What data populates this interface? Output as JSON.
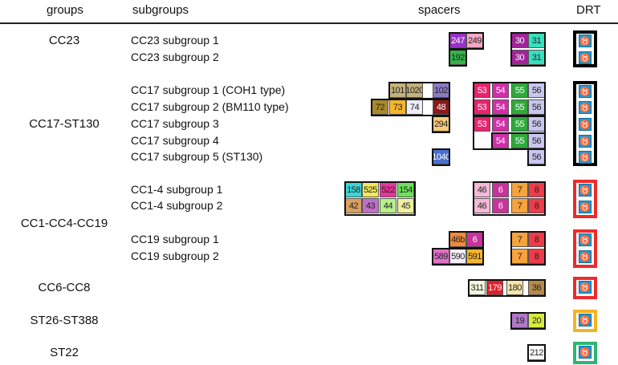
{
  "headers": {
    "groups": "groups",
    "subgroups": "subgroups",
    "spacers": "spacers",
    "drt": "DRT"
  },
  "groups": [
    {
      "id": "cc23",
      "label": "CC23"
    },
    {
      "id": "cc17",
      "label": "CC17-ST130"
    },
    {
      "id": "cc1",
      "label": "CC1-CC4-CC19"
    },
    {
      "id": "cc6",
      "label": "CC6-CC8"
    },
    {
      "id": "st26",
      "label": "ST26-ST388"
    },
    {
      "id": "st22",
      "label": "ST22"
    }
  ],
  "subgroups": [
    {
      "label": "CC23 subgroup 1"
    },
    {
      "label": "CC23 subgroup 2"
    },
    {
      "label": "CC17 subgroup 1 (COH1 type)"
    },
    {
      "label": "CC17 subgroup 2 (BM110 type)"
    },
    {
      "label": "CC17 subgroup 3"
    },
    {
      "label": "CC17 subgroup 4"
    },
    {
      "label": "CC17 subgroup 5 (ST130)"
    },
    {
      "label": "CC1-4 subgroup 1"
    },
    {
      "label": "CC1-4 subgroup 2"
    },
    {
      "label": "CC19 subgroup 1"
    },
    {
      "label": "CC19 subgroup 2"
    }
  ],
  "spacers": [
    {
      "row": 0,
      "label": "247",
      "color": "#9b30c8"
    },
    {
      "row": 0,
      "label": "249",
      "color": "#f4a9c6"
    },
    {
      "row": 0,
      "label": "30",
      "color": "#a2239a"
    },
    {
      "row": 0,
      "label": "31",
      "color": "#35e0c0"
    },
    {
      "row": 1,
      "label": "192",
      "color": "#33b44a"
    },
    {
      "row": 1,
      "label": "30",
      "color": "#a2239a"
    },
    {
      "row": 1,
      "label": "31",
      "color": "#35e0c0"
    },
    {
      "row": 2,
      "label": "101",
      "color": "#c4b27c"
    },
    {
      "row": 2,
      "label": "1020",
      "color": "#c4b27c"
    },
    {
      "row": 2,
      "label": "102",
      "color": "#8a7cc4"
    },
    {
      "row": 2,
      "label": "53",
      "color": "#e8236d"
    },
    {
      "row": 2,
      "label": "54",
      "color": "#d02fa8"
    },
    {
      "row": 2,
      "label": "55",
      "color": "#2eaa3a"
    },
    {
      "row": 2,
      "label": "56",
      "color": "#c9c6f0"
    },
    {
      "row": 3,
      "label": "72",
      "color": "#a88a2a"
    },
    {
      "row": 3,
      "label": "73",
      "color": "#f7b52c"
    },
    {
      "row": 3,
      "label": "74",
      "color": "#f0ecf8"
    },
    {
      "row": 3,
      "label": "48",
      "color": "#8b1a1a"
    },
    {
      "row": 3,
      "label": "53",
      "color": "#e8236d"
    },
    {
      "row": 3,
      "label": "54",
      "color": "#d02fa8"
    },
    {
      "row": 3,
      "label": "55",
      "color": "#2eaa3a"
    },
    {
      "row": 3,
      "label": "56",
      "color": "#c9c6f0"
    },
    {
      "row": 4,
      "label": "294",
      "color": "#f7c97a"
    },
    {
      "row": 4,
      "label": "53",
      "color": "#e8236d"
    },
    {
      "row": 4,
      "label": "54",
      "color": "#d02fa8"
    },
    {
      "row": 4,
      "label": "55",
      "color": "#2eaa3a"
    },
    {
      "row": 4,
      "label": "56",
      "color": "#c9c6f0"
    },
    {
      "row": 5,
      "label": "54",
      "color": "#d02fa8"
    },
    {
      "row": 5,
      "label": "55",
      "color": "#2eaa3a"
    },
    {
      "row": 5,
      "label": "56",
      "color": "#c9c6f0"
    },
    {
      "row": 6,
      "label": "1040",
      "color": "#4a6fd0"
    },
    {
      "row": 6,
      "label": "56",
      "color": "#c9c6f0"
    },
    {
      "row": 7,
      "label": "158",
      "color": "#3cd6d6"
    },
    {
      "row": 7,
      "label": "525",
      "color": "#f3e85a"
    },
    {
      "row": 7,
      "label": "522",
      "color": "#e8369a"
    },
    {
      "row": 7,
      "label": "154",
      "color": "#6fe05a"
    },
    {
      "row": 7,
      "label": "46",
      "color": "#f4b8d8"
    },
    {
      "row": 7,
      "label": "6",
      "color": "#c8329a"
    },
    {
      "row": 7,
      "label": "7",
      "color": "#f6a33c"
    },
    {
      "row": 7,
      "label": "8",
      "color": "#ef3a4a"
    },
    {
      "row": 8,
      "label": "42",
      "color": "#d9a060"
    },
    {
      "row": 8,
      "label": "43",
      "color": "#c070c8"
    },
    {
      "row": 8,
      "label": "44",
      "color": "#b8f08a"
    },
    {
      "row": 8,
      "label": "45",
      "color": "#f0f0a0"
    },
    {
      "row": 8,
      "label": "46",
      "color": "#f4b8d8"
    },
    {
      "row": 8,
      "label": "6",
      "color": "#c8329a"
    },
    {
      "row": 8,
      "label": "7",
      "color": "#f6a33c"
    },
    {
      "row": 8,
      "label": "8",
      "color": "#ef3a4a"
    },
    {
      "row": 9,
      "label": "46b",
      "color": "#f08a3a"
    },
    {
      "row": 9,
      "label": "6",
      "color": "#c8329a"
    },
    {
      "row": 9,
      "label": "7",
      "color": "#f6a33c"
    },
    {
      "row": 9,
      "label": "8",
      "color": "#ef3a4a"
    },
    {
      "row": 10,
      "label": "589",
      "color": "#e070c8"
    },
    {
      "row": 10,
      "label": "590",
      "color": "#f6f0fa"
    },
    {
      "row": 10,
      "label": "591",
      "color": "#f7b52c"
    },
    {
      "row": 10,
      "label": "7",
      "color": "#f6a33c"
    },
    {
      "row": 10,
      "label": "8",
      "color": "#ef3a4a"
    },
    {
      "row": 11,
      "label": "311",
      "color": "#f4f6e0"
    },
    {
      "row": 11,
      "label": "179",
      "color": "#e01f2a"
    },
    {
      "row": 11,
      "label": "180",
      "color": "#f5e6a8"
    },
    {
      "row": 11,
      "label": "36",
      "color": "#b88a4a"
    },
    {
      "row": 12,
      "label": "19",
      "color": "#b078c8"
    },
    {
      "row": 12,
      "label": "20",
      "color": "#d8ec40"
    },
    {
      "row": 13,
      "label": "212",
      "color": "#ffffff"
    }
  ],
  "drt": [
    {
      "group": "cc23",
      "symbol": "♉",
      "frame": "#000000"
    },
    {
      "group": "cc17",
      "symbol": "♉",
      "frame": "#000000"
    },
    {
      "group": "cc1",
      "symbol": "♉",
      "frame": "#ee2b2b"
    },
    {
      "group": "cc19",
      "symbol": "♉",
      "frame": "#ee2b2b"
    },
    {
      "group": "cc6",
      "symbol": "♉",
      "frame": "#ee2b2b"
    },
    {
      "group": "st26",
      "symbol": "♉",
      "frame": "#f5b324"
    },
    {
      "group": "st22",
      "symbol": "♉",
      "frame": "#2bb673"
    }
  ]
}
